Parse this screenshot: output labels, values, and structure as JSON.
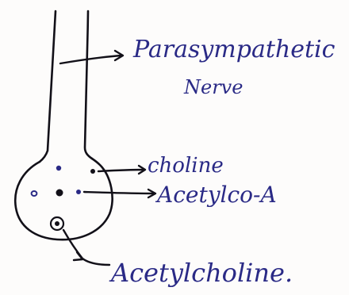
{
  "labels": {
    "nerve_line1": "Parasympathetic",
    "nerve_line2": "Nerve",
    "choline": "choline",
    "acetyl_coa": "Acetylco-A",
    "acetylcholine": "Acetylcholine."
  },
  "colors": {
    "pen_blue": "#2a2a86",
    "pen_black": "#121018",
    "paper": "#fdfcfb"
  }
}
